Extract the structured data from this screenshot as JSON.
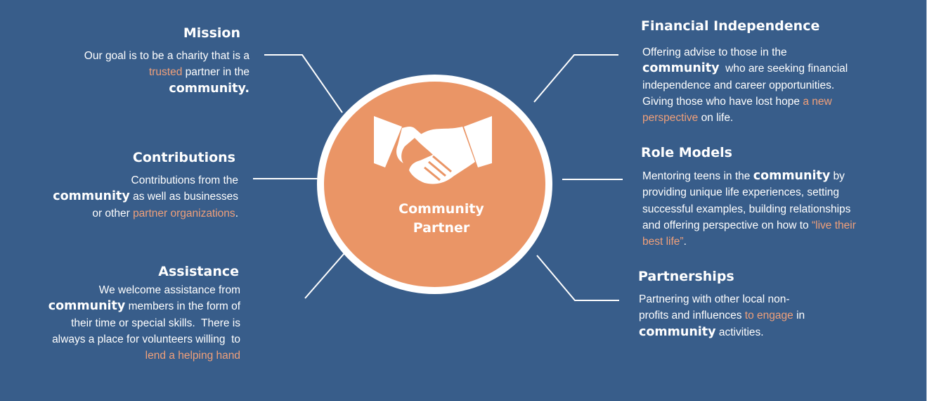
{
  "center": {
    "line1": "Community",
    "line2": "Partner",
    "icon": "handshake-icon"
  },
  "colors": {
    "background": "#385d8a",
    "circle": "#ea9566",
    "highlight": "#f0a07a",
    "text": "#ffffff"
  },
  "sections": {
    "mission": {
      "title": "Mission",
      "lines": [
        [
          {
            "t": "Our goal is to be a charity that is a",
            "s": "normal"
          }
        ],
        [
          {
            "t": "trusted",
            "s": "hl"
          },
          {
            "t": " partner in the",
            "s": "normal"
          }
        ],
        [
          {
            "t": "community.",
            "s": "kw"
          }
        ]
      ]
    },
    "contributions": {
      "title": "Contributions",
      "lines": [
        [
          {
            "t": "Contributions from the",
            "s": "normal"
          }
        ],
        [
          {
            "t": "community",
            "s": "kw"
          },
          {
            "t": " as well as businesses",
            "s": "normal"
          }
        ],
        [
          {
            "t": "or other ",
            "s": "normal"
          },
          {
            "t": "partner organizations",
            "s": "hl"
          },
          {
            "t": ".",
            "s": "normal"
          }
        ]
      ]
    },
    "assistance": {
      "title": "Assistance",
      "lines": [
        [
          {
            "t": "We welcome assistance from",
            "s": "normal"
          }
        ],
        [
          {
            "t": "community",
            "s": "kw"
          },
          {
            "t": " members in the form of",
            "s": "normal"
          }
        ],
        [
          {
            "t": "their time or special skills.  There is",
            "s": "normal"
          }
        ],
        [
          {
            "t": "always a place for volunteers willing  to",
            "s": "normal"
          }
        ],
        [
          {
            "t": "lend a helping hand",
            "s": "hl"
          }
        ]
      ]
    },
    "financial": {
      "title": "Financial Independence",
      "lines": [
        [
          {
            "t": "Offering advise to those in the",
            "s": "normal"
          }
        ],
        [
          {
            "t": "community",
            "s": "kw"
          },
          {
            "t": "  who are seeking financial",
            "s": "normal"
          }
        ],
        [
          {
            "t": "independence and career opportunities.",
            "s": "normal"
          }
        ],
        [
          {
            "t": "Giving those who have lost hope ",
            "s": "normal"
          },
          {
            "t": "a new",
            "s": "hl"
          }
        ],
        [
          {
            "t": "perspective",
            "s": "hl"
          },
          {
            "t": " on life.",
            "s": "normal"
          }
        ]
      ]
    },
    "role_models": {
      "title": "Role Models",
      "lines": [
        [
          {
            "t": "Mentoring teens in the ",
            "s": "normal"
          },
          {
            "t": "community",
            "s": "kw"
          },
          {
            "t": " by",
            "s": "normal"
          }
        ],
        [
          {
            "t": "providing unique life experiences, setting",
            "s": "normal"
          }
        ],
        [
          {
            "t": "successful examples, building relationships",
            "s": "normal"
          }
        ],
        [
          {
            "t": "and offering perspective on how to ",
            "s": "normal"
          },
          {
            "t": "“live their",
            "s": "hl"
          }
        ],
        [
          {
            "t": "best life”",
            "s": "hl"
          },
          {
            "t": ".",
            "s": "normal"
          }
        ]
      ]
    },
    "partnerships": {
      "title": "Partnerships",
      "lines": [
        [
          {
            "t": "Partnering with other local non-",
            "s": "normal"
          }
        ],
        [
          {
            "t": "profits and influences ",
            "s": "normal"
          },
          {
            "t": "to engage",
            "s": "hl"
          },
          {
            "t": " in",
            "s": "normal"
          }
        ],
        [
          {
            "t": "community",
            "s": "kw"
          },
          {
            "t": " activities.",
            "s": "normal"
          }
        ]
      ]
    }
  }
}
